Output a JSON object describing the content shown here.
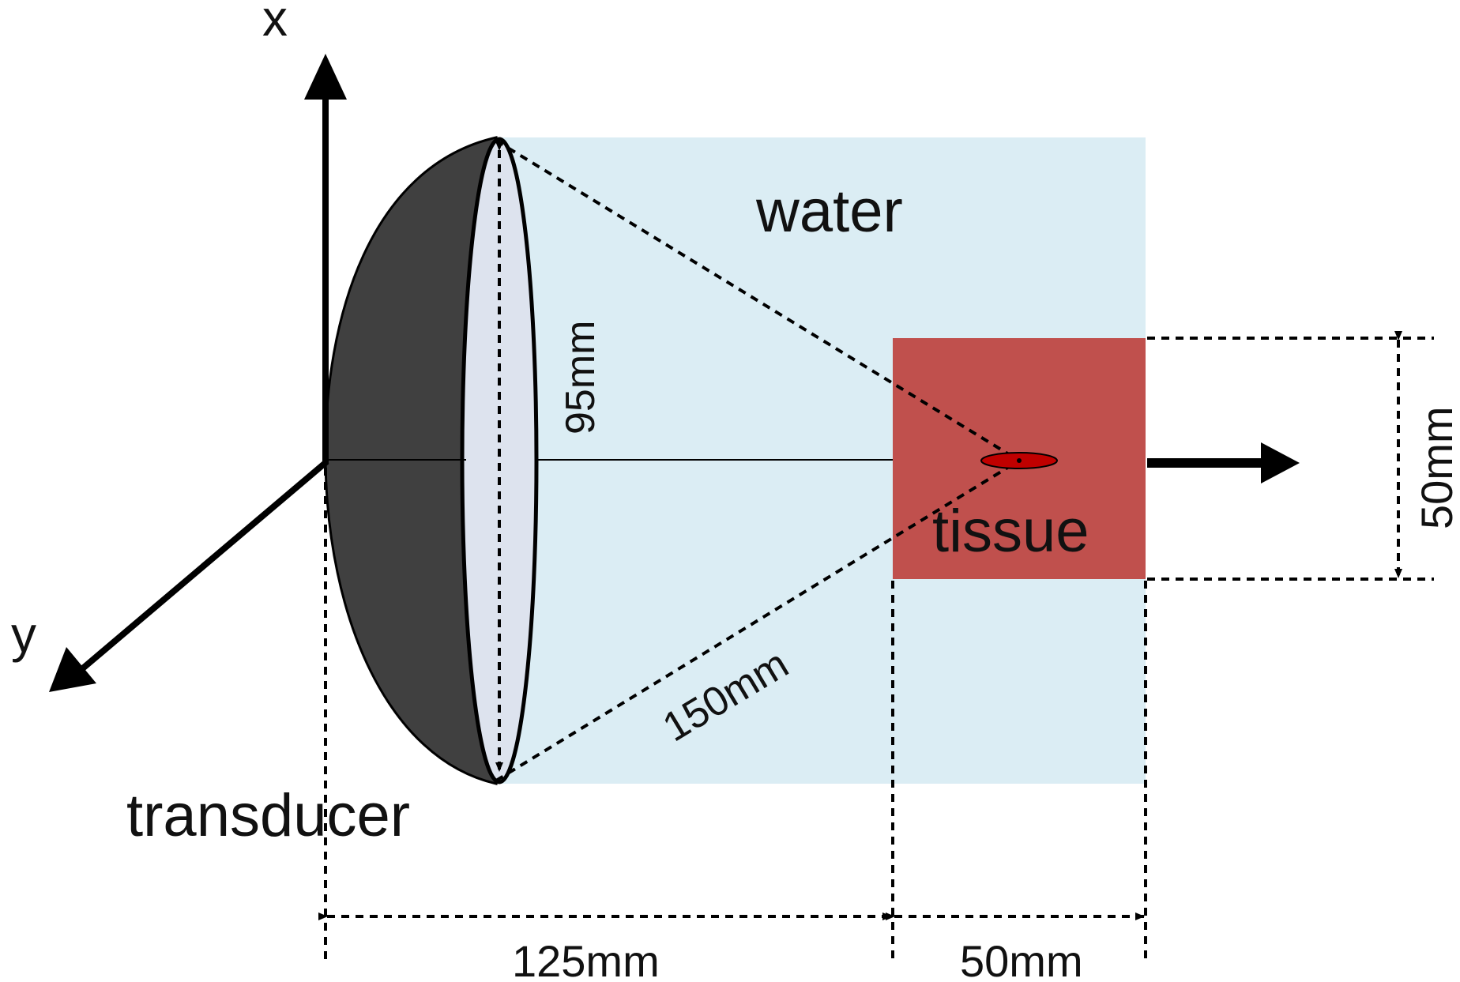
{
  "labels": {
    "axis_x": "x",
    "axis_y": "y",
    "water": "water",
    "tissue": "tissue",
    "transducer": "transducer",
    "aperture": "95mm",
    "focal_length": "150mm",
    "water_gap": "125mm",
    "tissue_depth": "50mm",
    "tissue_height": "50mm"
  },
  "colors": {
    "water": "#dbedf4",
    "tissue": "#c0504d",
    "transducer_body": "#404040",
    "transducer_face": "#dde3ee",
    "focus": "#c00000",
    "line": "#000000"
  }
}
